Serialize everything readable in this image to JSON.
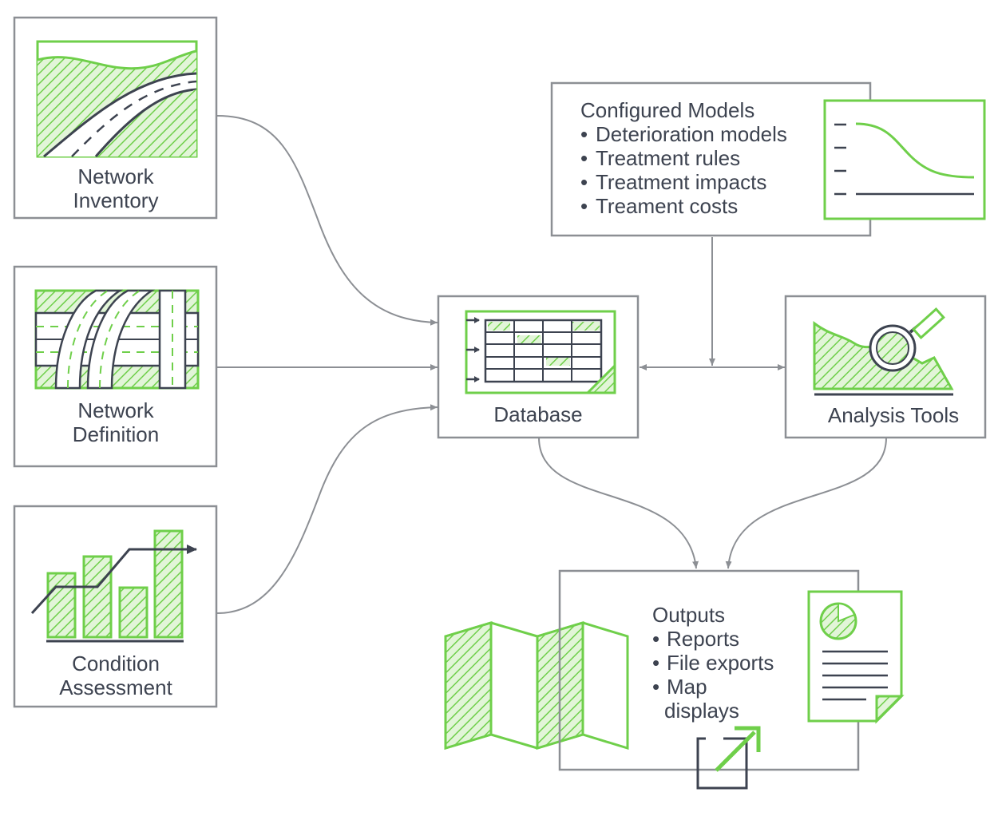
{
  "nodes": {
    "network_inventory": {
      "line1": "Network",
      "line2": "Inventory"
    },
    "network_definition": {
      "line1": "Network",
      "line2": "Definition"
    },
    "condition_assessment": {
      "line1": "Condition",
      "line2": "Assessment"
    },
    "database": {
      "label": "Database"
    },
    "analysis_tools": {
      "label": "Analysis Tools"
    },
    "configured_models": {
      "title": "Configured Models",
      "items": [
        "Deterioration models",
        "Treatment rules",
        "Treatment impacts",
        "Treament costs"
      ]
    },
    "outputs": {
      "title": "Outputs",
      "items": [
        "Reports",
        "File exports",
        "Map",
        "displays"
      ]
    }
  },
  "bullet": "•",
  "colors": {
    "accent_green": "#6fcf4a",
    "hatch_fill": "#e2f5d8",
    "dark": "#3d4350",
    "box_border": "#8c8f94"
  },
  "icons": [
    "road-icon",
    "interchange-icon",
    "bar-chart-icon",
    "spreadsheet-icon",
    "magnifier-hill-icon",
    "curve-chart-icon",
    "folded-map-icon",
    "report-document-icon",
    "export-arrow-icon"
  ]
}
